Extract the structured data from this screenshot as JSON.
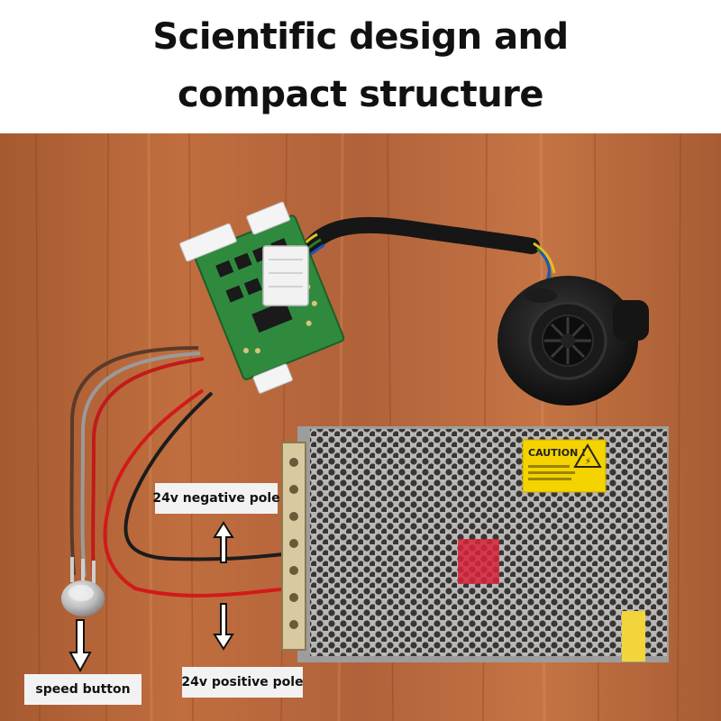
{
  "title": {
    "line1": "Scientific design and",
    "line2": "compact structure"
  },
  "labels": {
    "negative_pole": "24v negative pole",
    "positive_pole": "24v positive pole",
    "speed_button": "speed button"
  },
  "caution_sign": {
    "text": "CAUTION !"
  },
  "colors": {
    "wood": "#b5663a",
    "pcb": "#2f8a3e",
    "blower": "#1b1b1b",
    "psu_case": "#b9b9b9",
    "caution": "#f4d300",
    "wire_red": "#d21a1a",
    "wire_black": "#222222"
  }
}
